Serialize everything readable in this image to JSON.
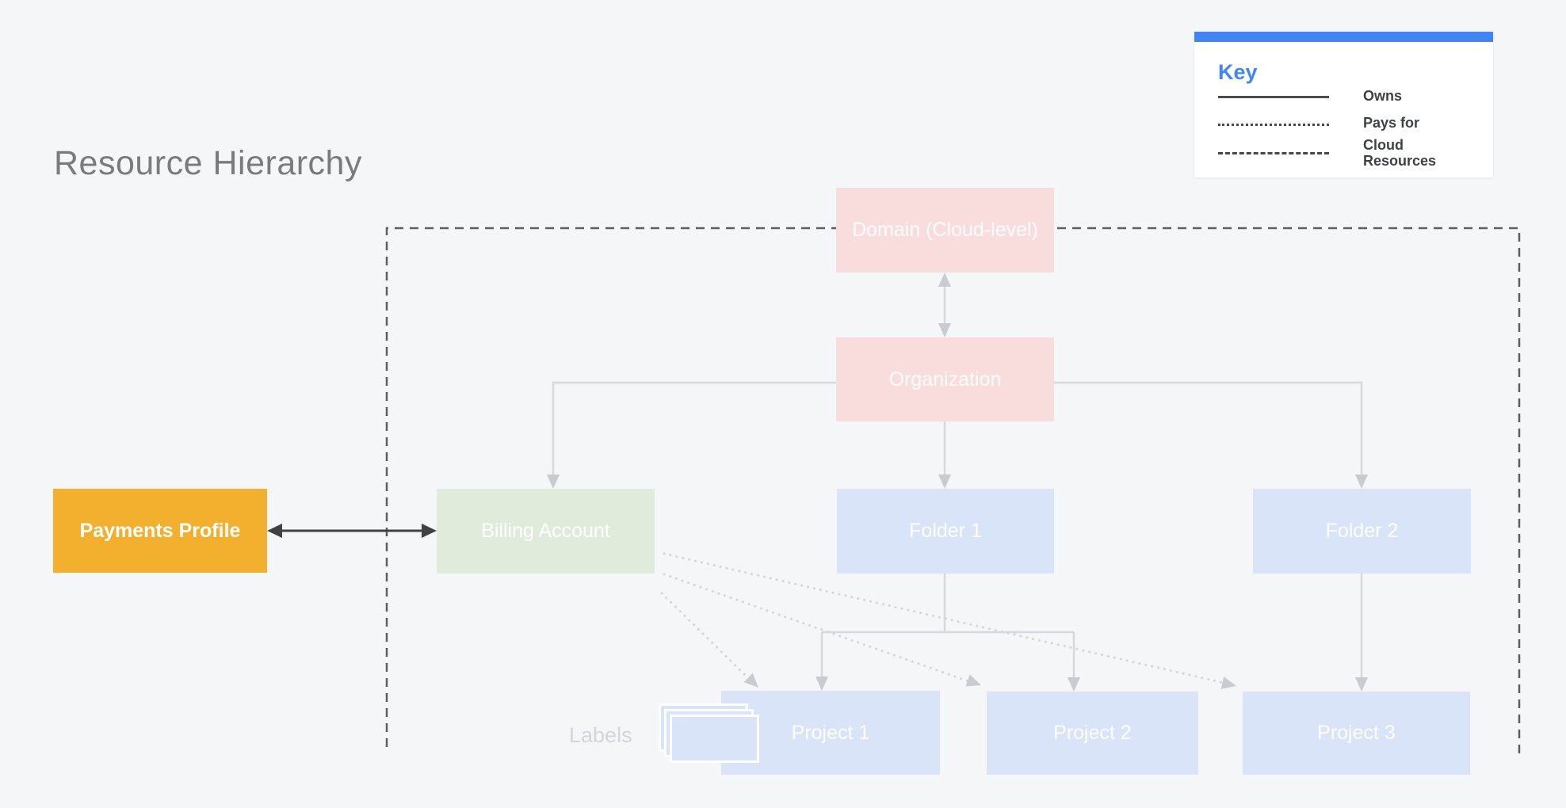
{
  "page": {
    "title": "Resource Hierarchy"
  },
  "legend": {
    "title": "Key",
    "items": [
      {
        "line_style": "solid",
        "label": "Owns"
      },
      {
        "line_style": "dotted",
        "label": "Pays for"
      },
      {
        "line_style": "dashed",
        "label": "Cloud Resources"
      }
    ]
  },
  "nodes": {
    "payments_profile": {
      "label": "Payments Profile",
      "color": "#F2B02E"
    },
    "billing_account": {
      "label": "Billing Account",
      "color": "#E0EBDC"
    },
    "domain": {
      "label": "Domain (Cloud-level)",
      "color": "#F9DDDC"
    },
    "organization": {
      "label": "Organization",
      "color": "#F9DDDC"
    },
    "folder_1": {
      "label": "Folder 1",
      "color": "#D9E4F8"
    },
    "folder_2": {
      "label": "Folder 2",
      "color": "#D9E4F8"
    },
    "project_1": {
      "label": "Project 1",
      "color": "#D9E4F8"
    },
    "project_2": {
      "label": "Project 2",
      "color": "#D9E4F8"
    },
    "project_3": {
      "label": "Project 3",
      "color": "#D9E4F8"
    }
  },
  "annotations": {
    "labels_caption": "Labels"
  },
  "edges": [
    {
      "from": "domain",
      "to": "organization",
      "type": "owns",
      "bidirectional": true
    },
    {
      "from": "organization",
      "to": "billing_account",
      "type": "owns"
    },
    {
      "from": "organization",
      "to": "folder_1",
      "type": "owns"
    },
    {
      "from": "organization",
      "to": "folder_2",
      "type": "owns"
    },
    {
      "from": "folder_1",
      "to": "project_1",
      "type": "owns"
    },
    {
      "from": "folder_1",
      "to": "project_2",
      "type": "owns"
    },
    {
      "from": "folder_2",
      "to": "project_3",
      "type": "owns"
    },
    {
      "from": "payments_profile",
      "to": "billing_account",
      "type": "linked",
      "bidirectional": true
    },
    {
      "from": "billing_account",
      "to": "project_1",
      "type": "pays_for"
    },
    {
      "from": "billing_account",
      "to": "project_2",
      "type": "pays_for"
    },
    {
      "from": "billing_account",
      "to": "project_3",
      "type": "pays_for"
    }
  ],
  "colors": {
    "background": "#F5F6F8",
    "accent_blue": "#4285F4",
    "legend_text": "#3E4145",
    "dashed_boundary": "#5B5E63",
    "light_connector": "#D6D8DB",
    "dark_arrow": "#3F4245",
    "dotted_connector": "#D2D5DA"
  }
}
